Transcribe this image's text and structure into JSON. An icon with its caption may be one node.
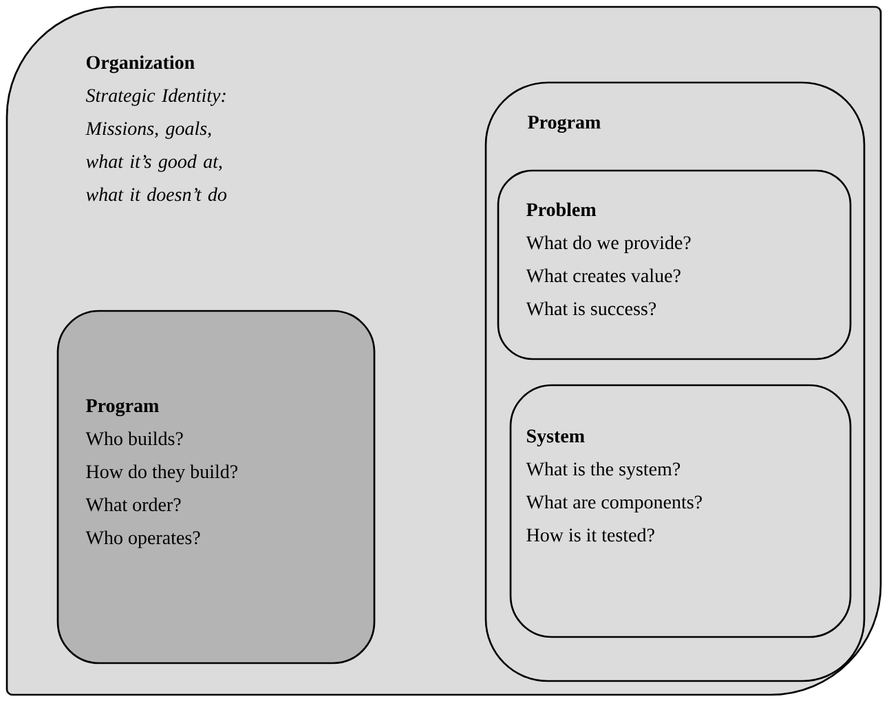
{
  "diagram": {
    "nodes": [
      {
        "text": [
          "Organization",
          "Strategic Identity: Missions, goals, what it’s good at, what it doesn’t do"
        ]
      },
      {
        "text": [
          "Program",
          "Who builds?",
          "How do they build?",
          "What order?",
          "Who operates?"
        ],
        "in": 0
      },
      {
        "text": [
          "Program"
        ],
        "in": 0
      },
      {
        "text": [
          "Problem",
          "What do we provide?",
          "What creates value?",
          "What is success?"
        ],
        "in": 2
      },
      {
        "text": [
          "System",
          "What is the system?",
          "What are components?",
          "How is it tested?"
        ],
        "in": 2
      }
    ]
  }
}
